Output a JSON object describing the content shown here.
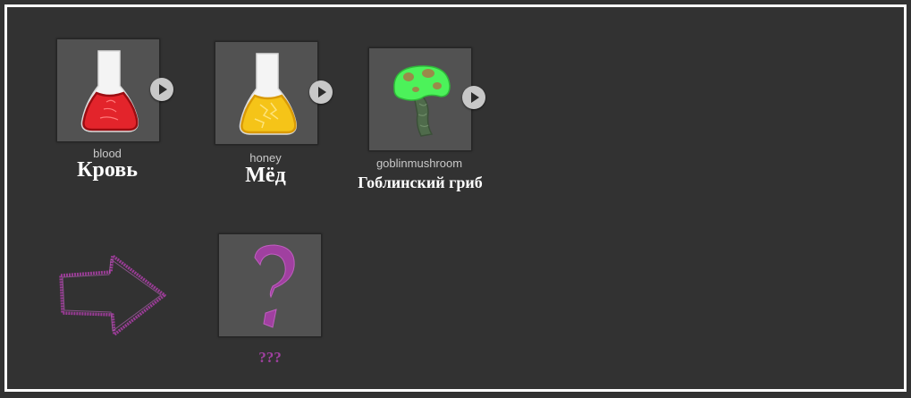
{
  "colors": {
    "background": "#323232",
    "card": "#525252",
    "accent_purple": "#a040a0"
  },
  "ingredients": [
    {
      "id": "blood",
      "name": "Кровь",
      "icon": "blood-flask-icon"
    },
    {
      "id": "honey",
      "name": "Мёд",
      "icon": "honey-flask-icon"
    },
    {
      "id": "goblinmushroom",
      "name": "Гоблинский гриб",
      "icon": "goblin-mushroom-icon"
    }
  ],
  "result": {
    "name": "???",
    "icon": "question-mark-icon"
  },
  "arrow": {
    "icon": "right-arrow-icon"
  }
}
